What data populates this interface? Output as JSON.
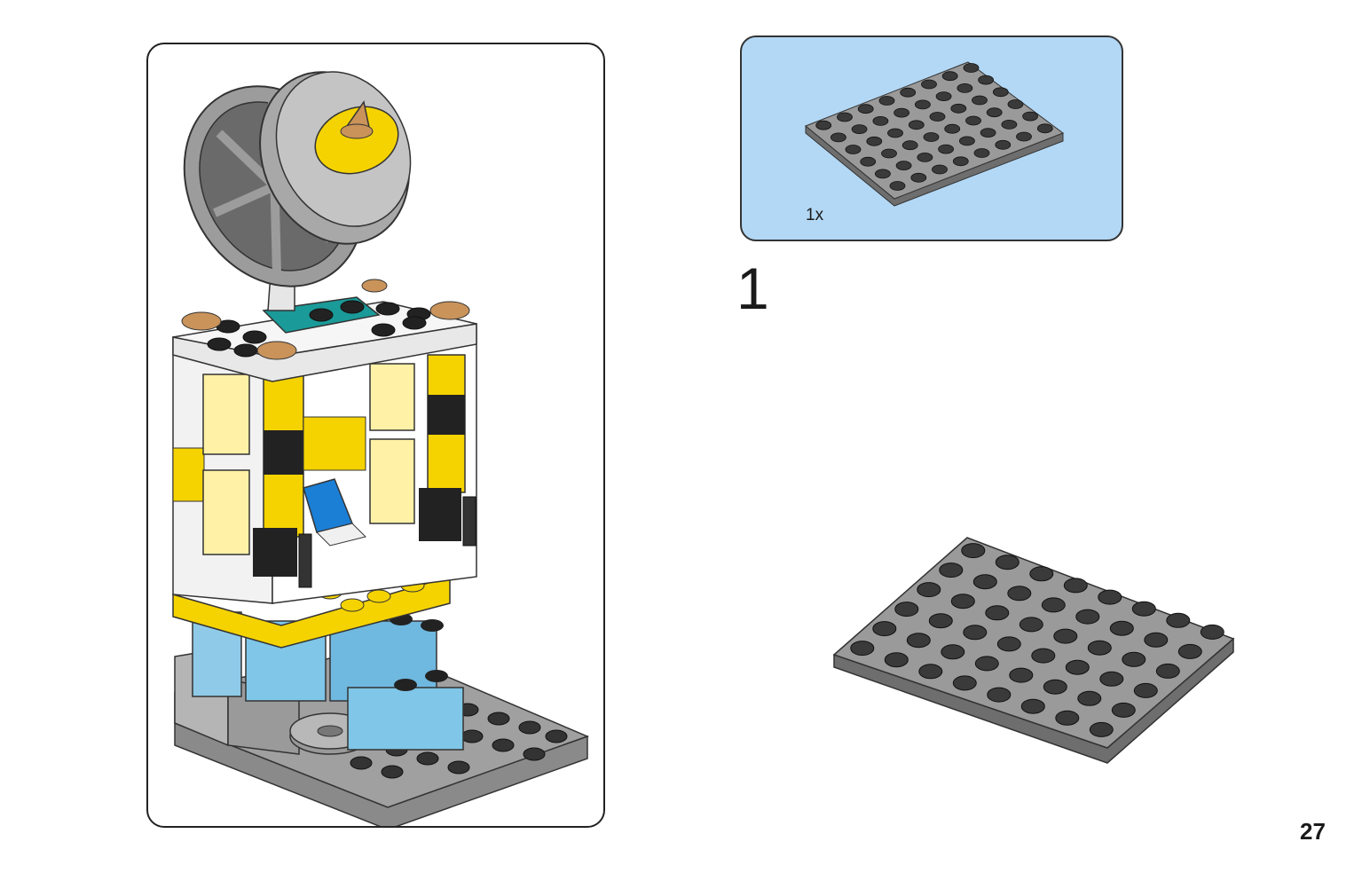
{
  "callout": {
    "quantity": "1x",
    "part_color": "#9a9a9a",
    "background": "#b3d8f5"
  },
  "step": {
    "number": "1",
    "part_color": "#9a9a9a"
  },
  "page": {
    "number": "27"
  },
  "colors": {
    "yellow": "#f5d300",
    "light_blue": "#7fc6e8",
    "grey": "#9a9a9a",
    "dark": "#222222",
    "white": "#ffffff",
    "teal": "#1a9a98"
  },
  "icons": {
    "finished_model": "satellite-dish-tower-model",
    "part": "grey-6x8-plate"
  }
}
